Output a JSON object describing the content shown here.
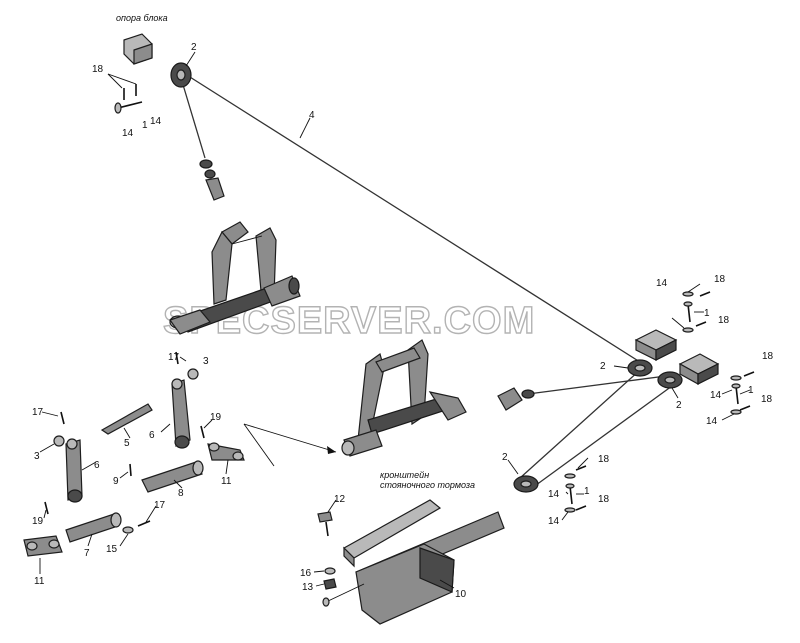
{
  "watermark": "SPECSERVER.COM",
  "captions": {
    "block_support": "опора блока",
    "bracket_line1": "кронштейн",
    "bracket_line2": "стояночного тормоза"
  },
  "labels": {
    "n2_top": "2",
    "n18_top": "18",
    "n14_top_a": "14",
    "n1_top": "1",
    "n14_top_b": "14",
    "n4": "4",
    "n17_a": "17",
    "n3_a": "3",
    "n17_b": "17",
    "n3_b": "3",
    "n6_a": "6",
    "n6_b": "6",
    "n5": "5",
    "n19_a": "19",
    "n19_b": "19",
    "n9": "9",
    "n8": "8",
    "n11_a": "11",
    "n11_b": "11",
    "n7": "7",
    "n15": "15",
    "n17_c": "17",
    "n12": "12",
    "n16": "16",
    "n13": "13",
    "n10": "10",
    "n2_r1": "2",
    "n2_r2": "2",
    "n2_r3": "2",
    "n14_r1": "14",
    "n18_r1": "18",
    "n1_r1": "1",
    "n18_r2": "18",
    "n18_r3": "18",
    "n14_r2": "14",
    "n1_r2": "1",
    "n18_r4": "18",
    "n14_r3": "14",
    "n18_r5": "18",
    "n14_r4": "14",
    "n1_r3": "1",
    "n18_r6": "18",
    "n14_r5": "14"
  }
}
